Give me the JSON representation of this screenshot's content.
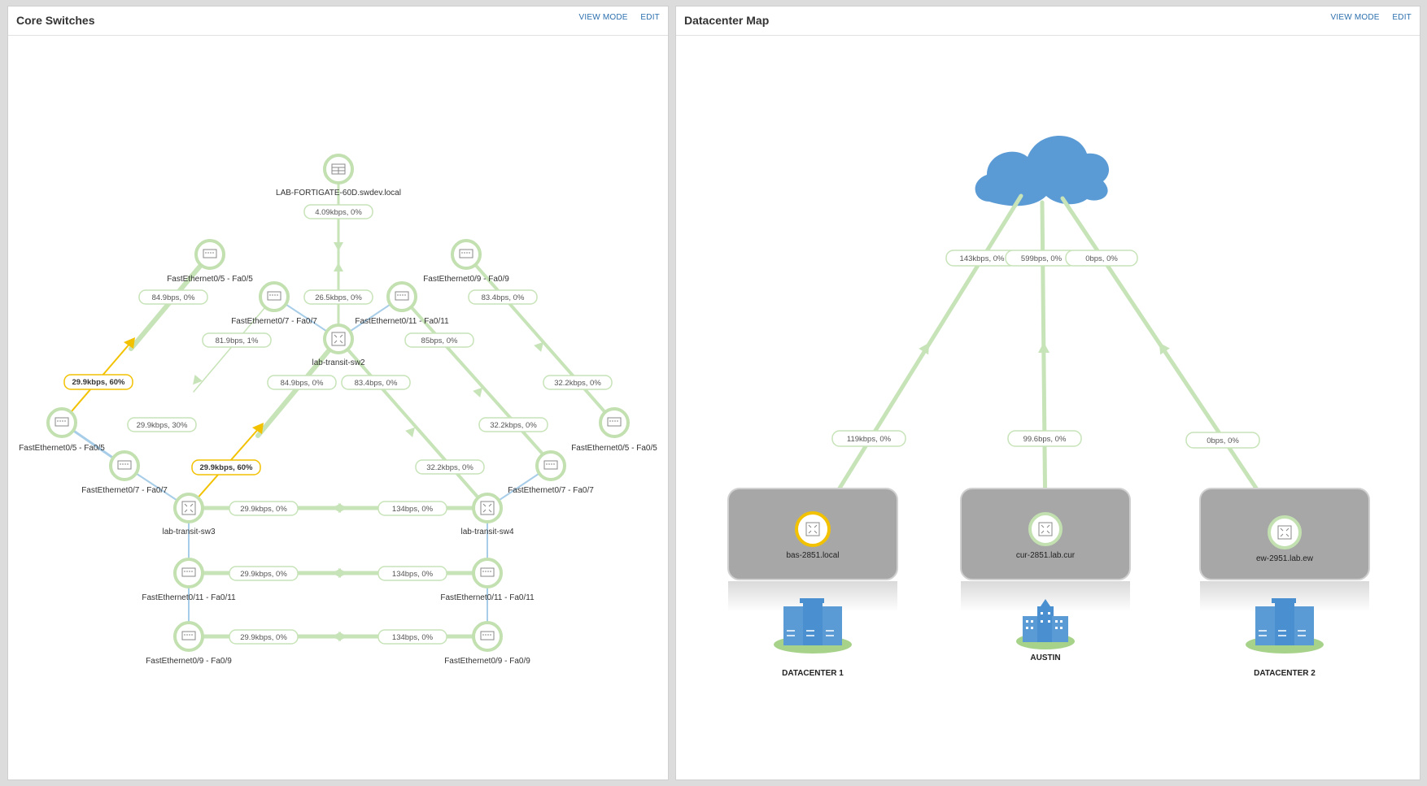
{
  "colors": {
    "link_green": "#c7e3b8",
    "node_ring": "#c2e0b0",
    "warning": "#f2c100",
    "blue_link": "#a8cde8",
    "cloud": "#5b9bd5",
    "datacenter_box": "#a7a7a7"
  },
  "panels": {
    "left": {
      "title": "Core Switches",
      "view_mode": "VIEW MODE",
      "edit": "EDIT"
    },
    "right": {
      "title": "Datacenter Map",
      "view_mode": "VIEW MODE",
      "edit": "EDIT"
    }
  },
  "core": {
    "nodes": {
      "fortigate": {
        "label": "LAB-FORTIGATE-60D.swdev.local",
        "icon": "firewall-icon"
      },
      "sw2": {
        "label": "lab-transit-sw2",
        "icon": "switch-icon"
      },
      "sw3": {
        "label": "lab-transit-sw3",
        "icon": "switch-icon"
      },
      "sw4": {
        "label": "lab-transit-sw4",
        "icon": "switch-icon"
      },
      "p1": {
        "label": "FastEthernet0/5 - Fa0/5",
        "icon": "port-icon"
      },
      "p2": {
        "label": "FastEthernet0/7 - Fa0/7",
        "icon": "port-icon"
      },
      "p3": {
        "label": "FastEthernet0/11 - Fa0/11",
        "icon": "port-icon"
      },
      "p4": {
        "label": "FastEthernet0/9 - Fa0/9",
        "icon": "port-icon"
      },
      "p5": {
        "label": "FastEthernet0/5 - Fa0/5",
        "icon": "port-icon"
      },
      "p6": {
        "label": "FastEthernet0/7 - Fa0/7",
        "icon": "port-icon"
      },
      "p7": {
        "label": "FastEthernet0/5 - Fa0/5",
        "icon": "port-icon"
      },
      "p8": {
        "label": "FastEthernet0/7 - Fa0/7",
        "icon": "port-icon"
      },
      "p9": {
        "label": "FastEthernet0/11 - Fa0/11",
        "icon": "port-icon"
      },
      "p10": {
        "label": "FastEthernet0/9 - Fa0/9",
        "icon": "port-icon"
      },
      "p11": {
        "label": "FastEthernet0/11 - Fa0/11",
        "icon": "port-icon"
      },
      "p12": {
        "label": "FastEthernet0/9 - Fa0/9",
        "icon": "port-icon"
      }
    },
    "links": {
      "l1": "4.09kbps,  0%",
      "l2": "84.9bps,  0%",
      "l3": "26.5kbps,  0%",
      "l4": "83.4bps,  0%",
      "l5": "81.9bps,  1%",
      "l6": "85bps,  0%",
      "l7": "29.9kbps,  60%",
      "l8": "84.9bps,  0%",
      "l9": "83.4bps,  0%",
      "l10": "32.2kbps,  0%",
      "l11": "29.9kbps,  30%",
      "l12": "32.2kbps,  0%",
      "l13": "29.9kbps,  60%",
      "l14": "32.2kbps,  0%",
      "l15": "29.9kbps,  0%",
      "l16": "134bps,  0%",
      "l17": "29.9kbps,  0%",
      "l18": "134bps,  0%",
      "l19": "29.9kbps,  0%",
      "l20": "134bps,  0%"
    }
  },
  "dc": {
    "cloud_icon": "cloud-icon",
    "links": {
      "a": "143kbps,  0%",
      "b": "599bps,  0%",
      "c": "0bps,  0%",
      "d": "119kbps,  0%",
      "e": "99.6bps,  0%",
      "f": "0bps,  0%"
    },
    "nodes": {
      "bas": {
        "label": "bas-2851.local",
        "icon": "router-icon"
      },
      "cur": {
        "label": "cur-2851.lab.cur",
        "icon": "router-icon"
      },
      "ew": {
        "label": "ew-2951.lab.ew",
        "icon": "router-icon"
      }
    },
    "sites": {
      "s1": {
        "caption": "DATACENTER 1",
        "icon": "datacenter-icon"
      },
      "s2": {
        "caption": "AUSTIN",
        "icon": "office-building-icon"
      },
      "s3": {
        "caption": "DATACENTER 2",
        "icon": "datacenter-icon"
      }
    }
  }
}
